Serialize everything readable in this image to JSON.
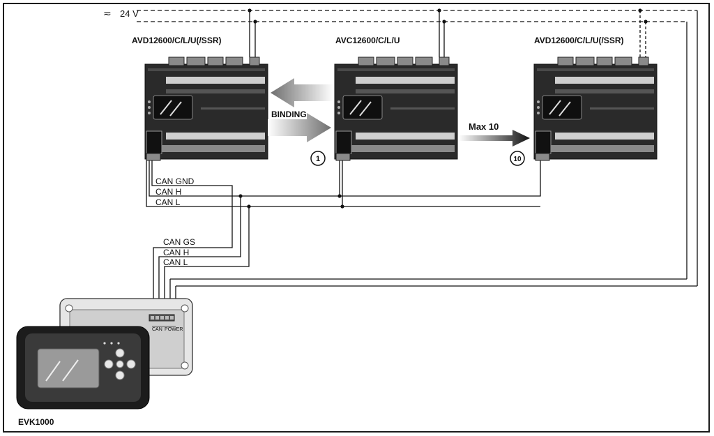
{
  "power": {
    "symbol": "≂",
    "label": "24 V"
  },
  "controllers": {
    "left": {
      "model": "AVD12600/C/L/U(/SSR)"
    },
    "center": {
      "model": "AVC12600/C/L/U"
    },
    "right": {
      "model": "AVD12600/C/L/U(/SSR)"
    }
  },
  "binding_label": "BINDING",
  "max_label": "Max 10",
  "node_first": "1",
  "node_last": "10",
  "can_bus": {
    "gnd": "CAN GND",
    "h": "CAN H",
    "l": "CAN L"
  },
  "display_can": {
    "gs": "CAN GS",
    "h": "CAN H",
    "l": "CAN L"
  },
  "display_panel": {
    "can_label": "CAN",
    "power_label": "POWER"
  },
  "display_model": "EVK1000"
}
